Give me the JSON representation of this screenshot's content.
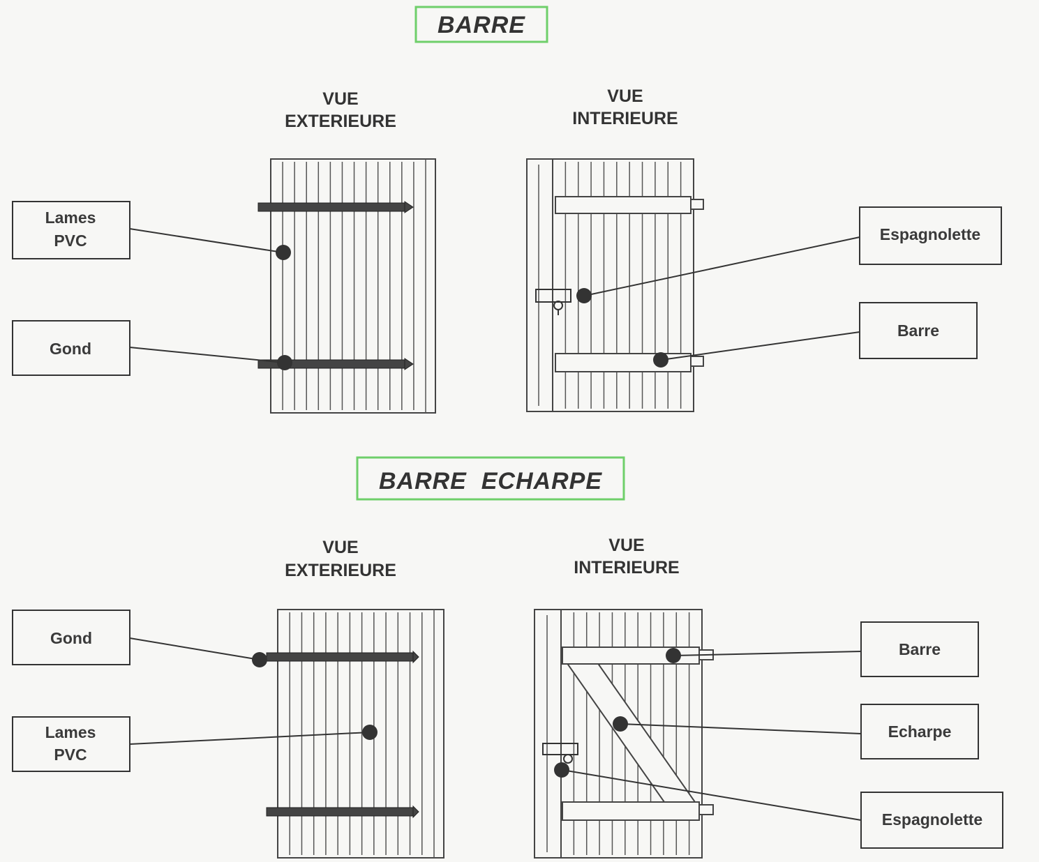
{
  "sections": [
    {
      "title": "BARRE",
      "views": [
        {
          "heading_line1": "VUE",
          "heading_line2": "EXTERIEURE"
        },
        {
          "heading_line1": "VUE",
          "heading_line2": "INTERIEURE"
        }
      ],
      "labels": [
        {
          "line1": "Lames",
          "line2": "PVC"
        },
        {
          "line1": "Gond",
          "line2": ""
        },
        {
          "line1": "Espagnolette",
          "line2": ""
        },
        {
          "line1": "Barre",
          "line2": ""
        }
      ]
    },
    {
      "title": "BARRE  ECHARPE",
      "views": [
        {
          "heading_line1": "VUE",
          "heading_line2": "EXTERIEURE"
        },
        {
          "heading_line1": "VUE",
          "heading_line2": "INTERIEURE"
        }
      ],
      "labels": [
        {
          "line1": "Gond",
          "line2": ""
        },
        {
          "line1": "Lames",
          "line2": "PVC"
        },
        {
          "line1": "Barre",
          "line2": ""
        },
        {
          "line1": "Echarpe",
          "line2": ""
        },
        {
          "line1": "Espagnolette",
          "line2": ""
        }
      ]
    }
  ],
  "colors": {
    "title_border": "#6fcf6a",
    "ink": "#333333",
    "paper": "#f7f7f5"
  }
}
